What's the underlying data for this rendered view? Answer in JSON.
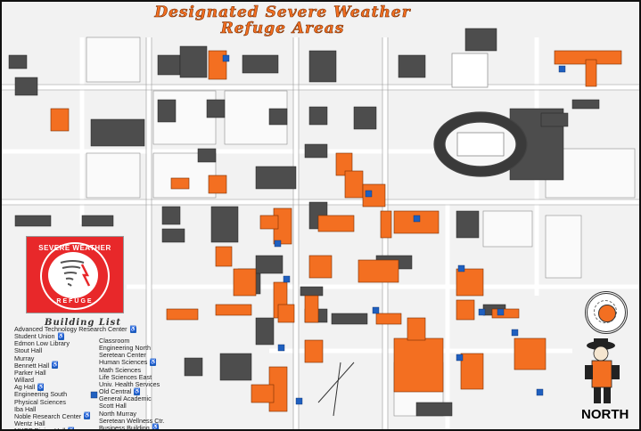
{
  "title": {
    "line1": "Designated Severe Weather",
    "line2": "Refuge Areas"
  },
  "refuge_badge": {
    "top": "SEVERE WEATHER",
    "bottom": "REFUGE"
  },
  "legend": {
    "title": "Building List",
    "column1": [
      {
        "name": "Advanced Technology Research Center",
        "accessible": true
      },
      {
        "name": "Student Union",
        "accessible": true
      },
      {
        "name": "Edmon Low Library",
        "accessible": false
      },
      {
        "name": "Stout Hall",
        "accessible": false
      },
      {
        "name": "Murray",
        "accessible": false
      },
      {
        "name": "Bennett Hall",
        "accessible": true
      },
      {
        "name": "Parker Hall",
        "accessible": false
      },
      {
        "name": "Willard",
        "accessible": false
      },
      {
        "name": "Ag Hall",
        "accessible": true
      },
      {
        "name": "Engineering South",
        "accessible": false
      },
      {
        "name": "Physical Sciences",
        "accessible": false
      },
      {
        "name": "Iba Hall",
        "accessible": false
      },
      {
        "name": "Noble Research Center",
        "accessible": true
      },
      {
        "name": "Wentz Hall",
        "accessible": false
      },
      {
        "name": "NHOP Dining Hall",
        "accessible": true
      }
    ],
    "column2": [
      {
        "name": "Classroom",
        "accessible": false
      },
      {
        "name": "Engineering North",
        "accessible": false
      },
      {
        "name": "Seretean Center",
        "accessible": false
      },
      {
        "name": "Human Sciences",
        "accessible": true
      },
      {
        "name": "Math Sciences",
        "accessible": false
      },
      {
        "name": "Life Sciences East",
        "accessible": false
      },
      {
        "name": "Univ. Health Services",
        "accessible": false
      },
      {
        "name": "Old Central",
        "accessible": true
      },
      {
        "name": "General Academic",
        "accessible": false
      },
      {
        "name": "Scott Hall",
        "accessible": false
      },
      {
        "name": "North Murray",
        "accessible": false
      },
      {
        "name": "Seretean Wellness Ctr.",
        "accessible": false
      },
      {
        "name": "Business Building",
        "accessible": true
      }
    ]
  },
  "north_label": "NORTH",
  "colors": {
    "refuge": "#f36f21",
    "building": "#4d4d4d",
    "accessible": "#1f5fbf",
    "badge": "#e8282a"
  },
  "accessible_icon": "wheelchair-icon"
}
